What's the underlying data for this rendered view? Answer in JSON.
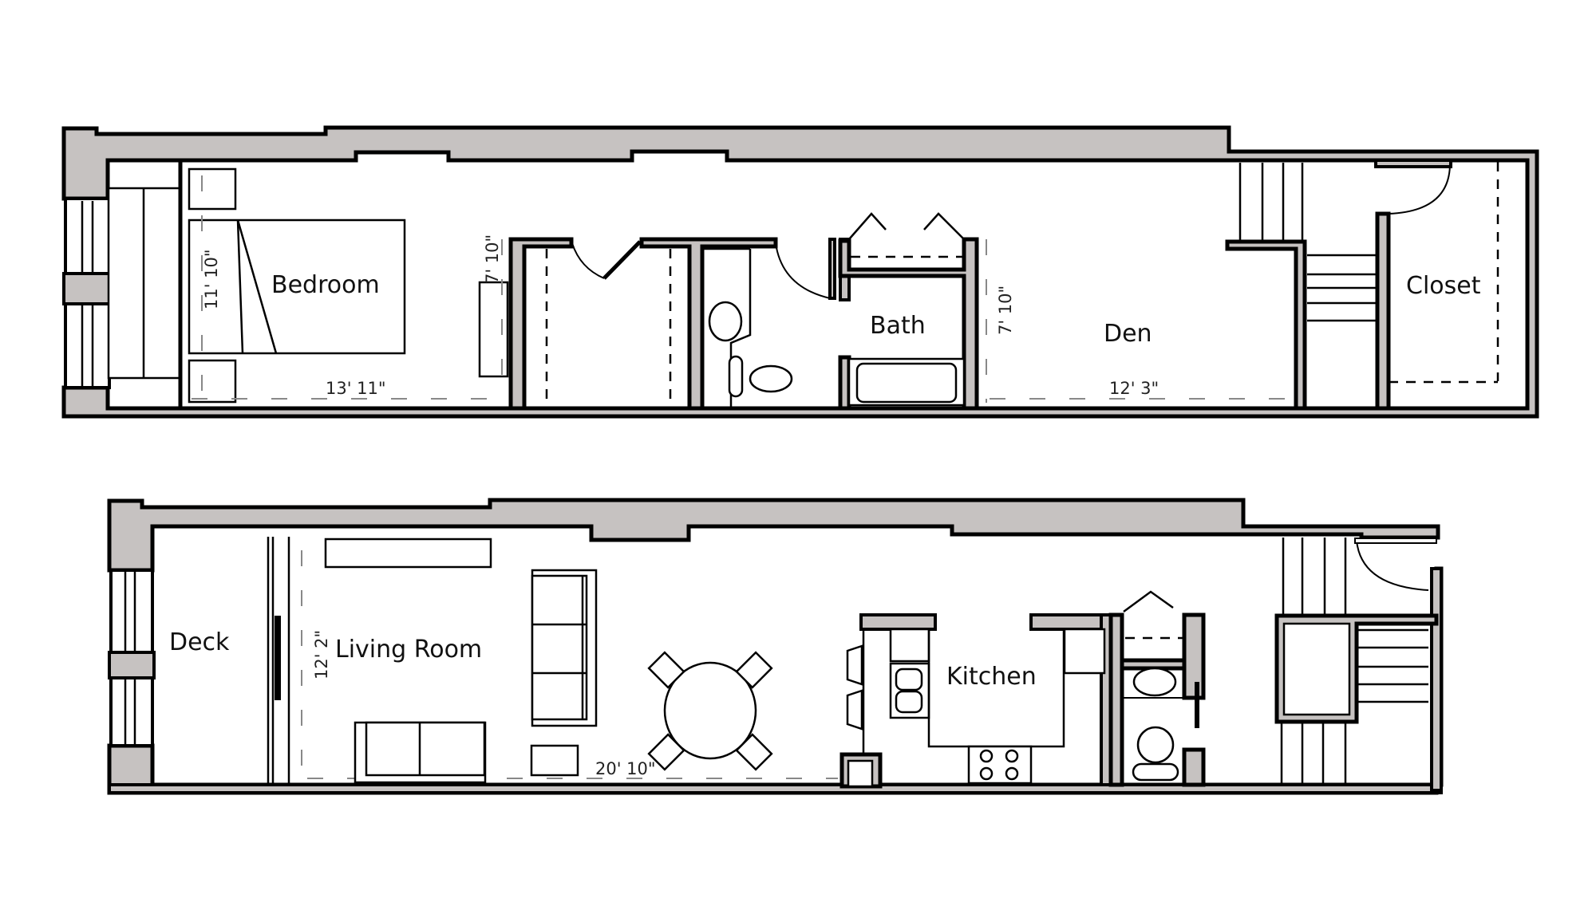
{
  "colors": {
    "wall_fill": "#c6c2c1",
    "wall_outline": "#000000",
    "background": "#ffffff"
  },
  "upper_floor": {
    "rooms": {
      "bedroom": {
        "label": "Bedroom",
        "width": "13' 11\"",
        "depth": "11' 10\""
      },
      "closet_walkin": {
        "depth": "7' 10\""
      },
      "bath": {
        "label": "Bath"
      },
      "den": {
        "label": "Den",
        "width": "12' 3\"",
        "depth": "7' 10\""
      },
      "closet": {
        "label": "Closet"
      }
    }
  },
  "lower_floor": {
    "rooms": {
      "deck": {
        "label": "Deck"
      },
      "living_room": {
        "label": "Living Room",
        "width": "20' 10\"",
        "depth": "12' 2\""
      },
      "kitchen": {
        "label": "Kitchen"
      }
    }
  }
}
